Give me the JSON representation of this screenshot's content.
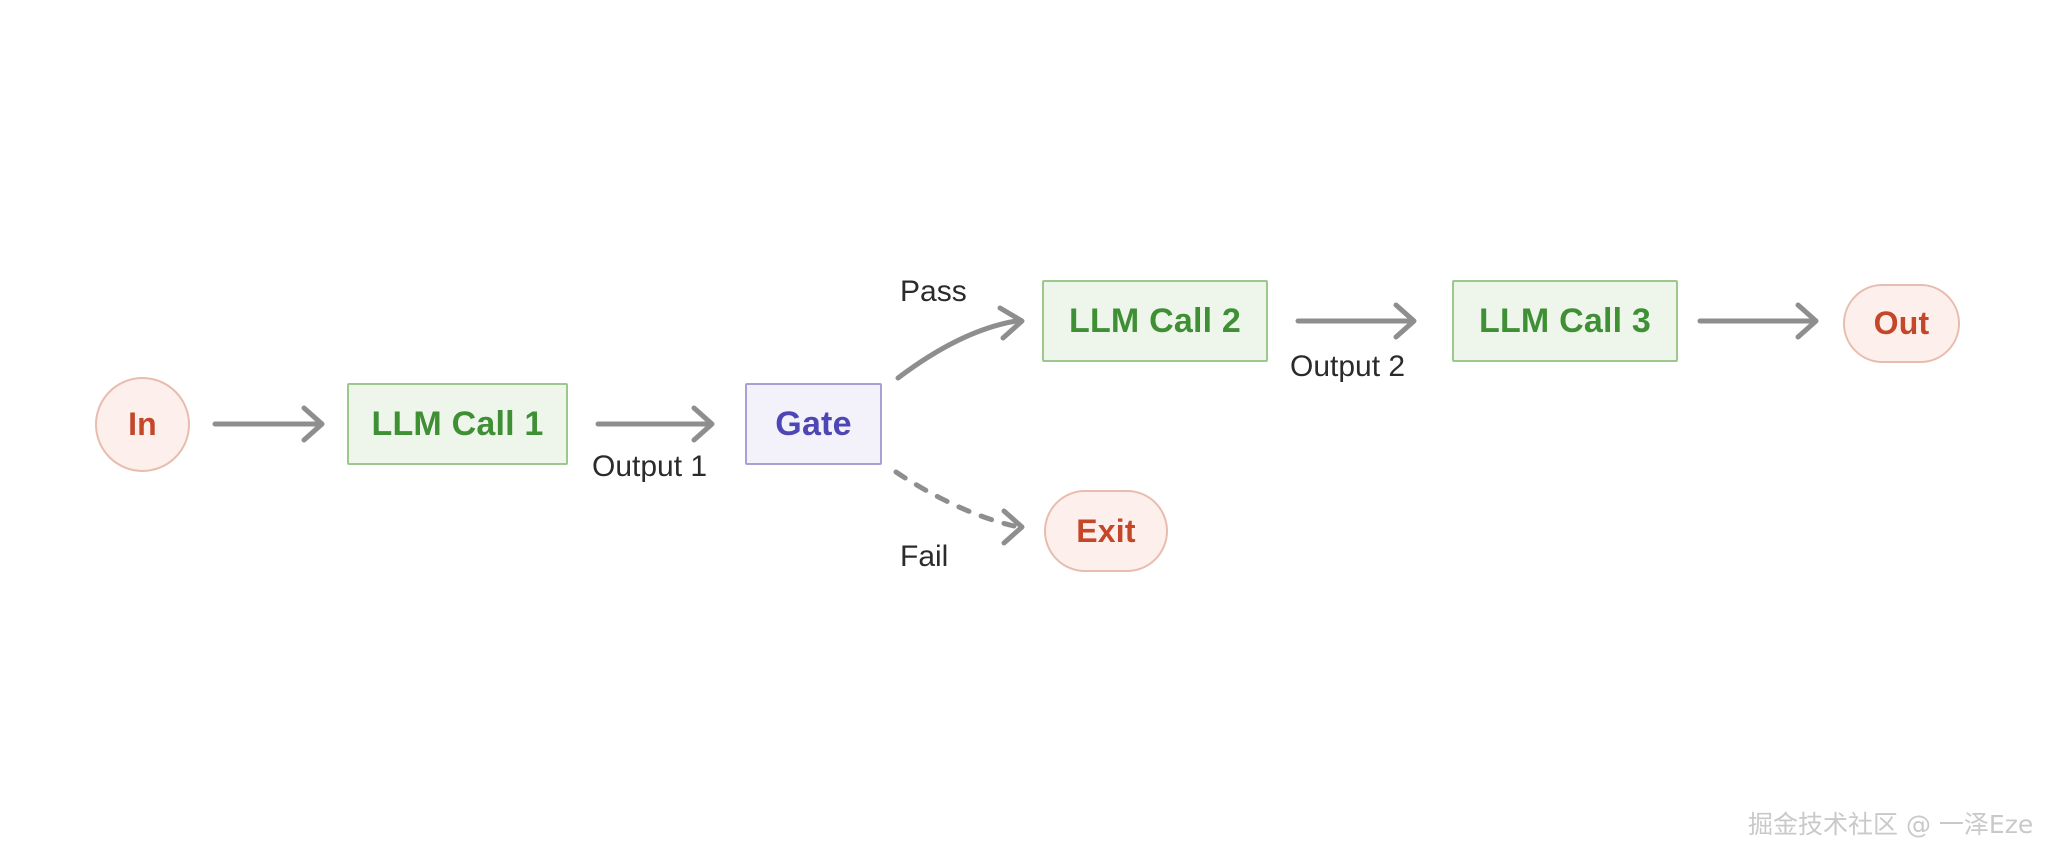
{
  "diagram": {
    "type": "flowchart",
    "title": "",
    "background": "#ffffff",
    "colors": {
      "process_fill": "#eef6ec",
      "process_stroke": "#9cc88e",
      "process_text": "#3f8f35",
      "gate_fill": "#f3f2fb",
      "gate_stroke": "#a6a2d6",
      "gate_text": "#4f46b5",
      "terminal_fill": "#fdf0ec",
      "terminal_stroke": "#e8bcae",
      "terminal_text": "#c4472a",
      "edge": "#8e8e8e",
      "label_text": "#2b2b2b",
      "watermark_text": "#c9c9c9"
    },
    "nodes": [
      {
        "id": "in",
        "label": "In",
        "shape": "circle",
        "kind": "terminal"
      },
      {
        "id": "call1",
        "label": "LLM Call 1",
        "shape": "rect",
        "kind": "process"
      },
      {
        "id": "gate",
        "label": "Gate",
        "shape": "rect",
        "kind": "gate"
      },
      {
        "id": "call2",
        "label": "LLM Call 2",
        "shape": "rect",
        "kind": "process"
      },
      {
        "id": "call3",
        "label": "LLM Call 3",
        "shape": "rect",
        "kind": "process"
      },
      {
        "id": "exit",
        "label": "Exit",
        "shape": "stadium",
        "kind": "terminal"
      },
      {
        "id": "out",
        "label": "Out",
        "shape": "stadium",
        "kind": "terminal"
      }
    ],
    "edges": [
      {
        "id": "e1",
        "from": "in",
        "to": "call1",
        "label": "",
        "style": "solid"
      },
      {
        "id": "e2",
        "from": "call1",
        "to": "gate",
        "label": "Output 1",
        "style": "solid"
      },
      {
        "id": "e3",
        "from": "gate",
        "to": "call2",
        "label": "Pass",
        "style": "solid"
      },
      {
        "id": "e4",
        "from": "gate",
        "to": "exit",
        "label": "Fail",
        "style": "dashed"
      },
      {
        "id": "e5",
        "from": "call2",
        "to": "call3",
        "label": "Output 2",
        "style": "solid"
      },
      {
        "id": "e6",
        "from": "call3",
        "to": "out",
        "label": "",
        "style": "solid"
      }
    ]
  },
  "watermark": {
    "text": "掘金技术社区 @ 一泽Eze"
  }
}
